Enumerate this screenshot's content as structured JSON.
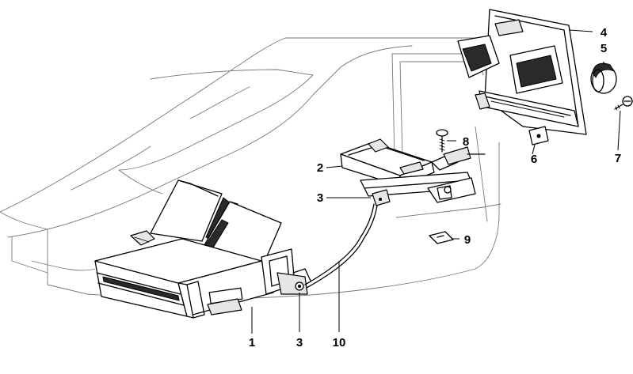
{
  "callouts": [
    {
      "id": "c1",
      "label": "1"
    },
    {
      "id": "c2",
      "label": "2"
    },
    {
      "id": "c3a",
      "label": "3"
    },
    {
      "id": "c3b",
      "label": "3"
    },
    {
      "id": "c4",
      "label": "4"
    },
    {
      "id": "c5",
      "label": "5"
    },
    {
      "id": "c6",
      "label": "6"
    },
    {
      "id": "c7",
      "label": "7"
    },
    {
      "id": "c8",
      "label": "8"
    },
    {
      "id": "c9",
      "label": "9"
    },
    {
      "id": "c10",
      "label": "10"
    }
  ]
}
